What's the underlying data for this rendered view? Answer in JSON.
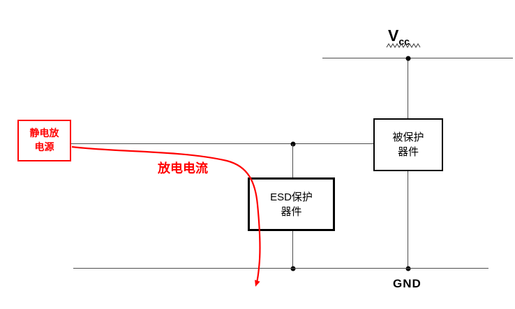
{
  "diagram": {
    "source_box": {
      "line1": "静电放",
      "line2": "电源"
    },
    "protected_box": {
      "line1": "被保护",
      "line2": "器件"
    },
    "esd_box": {
      "line1": "ESD保护",
      "line2": "器件"
    },
    "vcc_label": {
      "main": "V",
      "sub": "cc"
    },
    "gnd_label": "GND",
    "current_label": "放电电流"
  },
  "colors": {
    "wire": "#4d4d4d",
    "box_border": "#000000",
    "accent_red": "#ff0000"
  }
}
